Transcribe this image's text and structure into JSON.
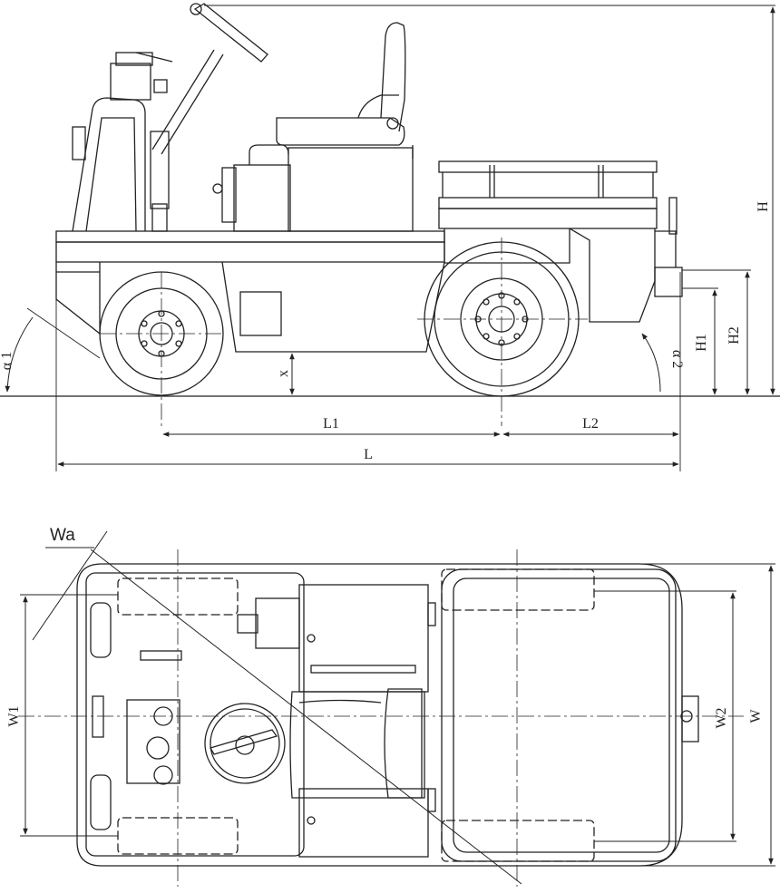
{
  "side_view": {
    "labels": {
      "alpha1": "α 1",
      "alpha2": "α 2",
      "x": "x",
      "l1": "L1",
      "l2": "L2",
      "l": "L",
      "h": "H",
      "h1": "H1",
      "h2": "H2"
    }
  },
  "top_view": {
    "labels": {
      "wa": "Wa",
      "w1": "W1",
      "w2": "W2",
      "w": "W"
    }
  },
  "colors": {
    "line": "#222222",
    "background": "#ffffff"
  }
}
